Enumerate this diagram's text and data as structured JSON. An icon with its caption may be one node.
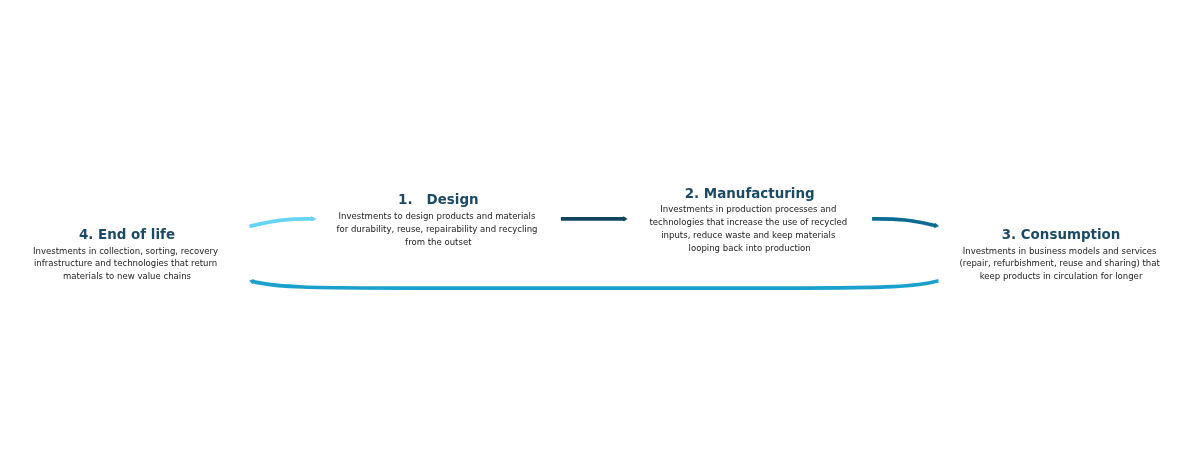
{
  "diagram": {
    "nodes": [
      {
        "text": [
          "4. End of life",
          "Investments in collection, sorting, recovery infrastructure and technologies that return materials to new value chains"
        ]
      },
      {
        "text": [
          "1.   Design",
          "Investments to design products and materials for durability, reuse, repairability and recycling from the outset"
        ]
      },
      {
        "text": [
          "3. Consumption",
          "Investments in business models and services (repair, refurbishment, reuse and sharing) that keep products in circulation for longer"
        ]
      },
      {
        "text": [
          "2. Manufacturing",
          "Investments in production processes and technologies that increase the use of recycled inputs, reduce waste and keep materials looping back into production"
        ]
      }
    ],
    "edges": [
      {
        "from": 1,
        "to": 3,
        "arrow": "to",
        "color": "#12445e"
      },
      {
        "from": 3,
        "to": 2,
        "arrow": "to",
        "color": "#0d6b93"
      },
      {
        "from": 2,
        "to": 0,
        "arrow": "to",
        "color": "#1aa0cc"
      },
      {
        "from": 0,
        "to": 1,
        "arrow": "to",
        "color": "#68d4f5"
      }
    ]
  }
}
